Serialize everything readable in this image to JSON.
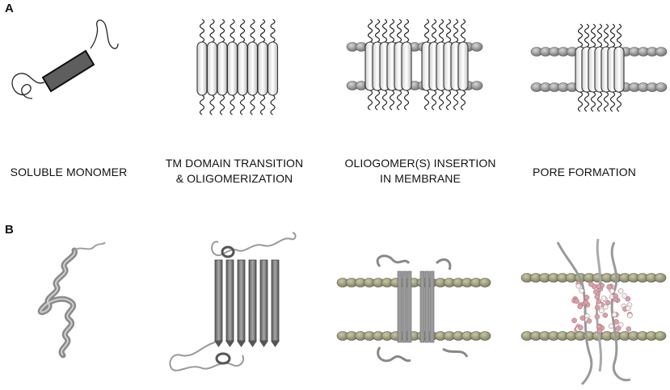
{
  "panel_a": {
    "label": "A",
    "captions": [
      {
        "line1": "SOLUBLE MONOMER",
        "line2": ""
      },
      {
        "line1": "TM DOMAIN TRANSITION",
        "line2": "& OLIGOMERIZATION"
      },
      {
        "line1": "OLIOGOMER(S) INSERTION",
        "line2": "IN MEMBRANE"
      },
      {
        "line1": "PORE FORMATION",
        "line2": ""
      }
    ]
  },
  "panel_b": {
    "label": "B"
  },
  "colors": {
    "helix_fill": "#6b6b6b",
    "lipid_head_a": "#8f8f8f",
    "lipid_head_b": "#9a9a7a",
    "protein_b": "#8c8c8c",
    "pore_atoms": "#d9a0a8"
  }
}
